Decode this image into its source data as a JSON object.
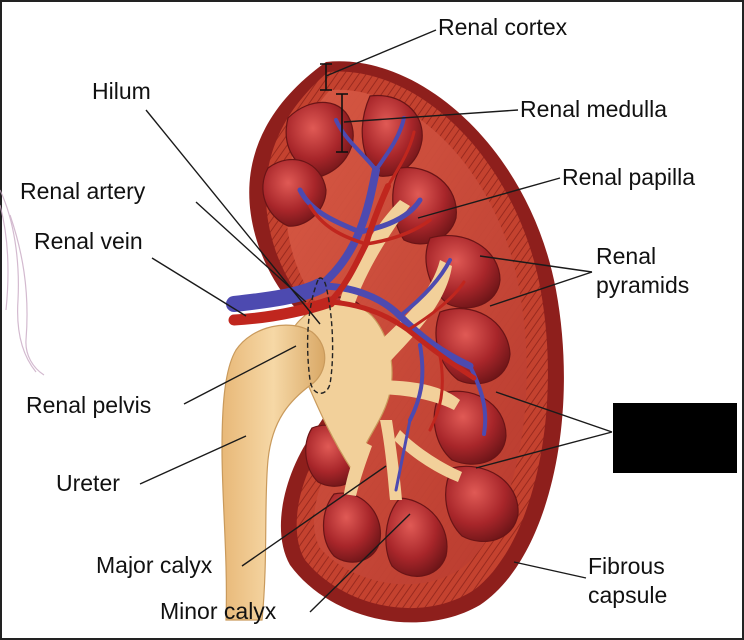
{
  "labels": {
    "renal_cortex": "Renal cortex",
    "hilum": "Hilum",
    "renal_medulla": "Renal medulla",
    "renal_papilla": "Renal papilla",
    "renal_artery": "Renal artery",
    "renal_vein": "Renal vein",
    "renal_pyramids_line1": "Renal",
    "renal_pyramids_line2": "pyramids",
    "renal_pelvis": "Renal pelvis",
    "ureter": "Ureter",
    "major_calyx": "Major calyx",
    "minor_calyx": "Minor calyx",
    "fibrous_capsule_line1": "Fibrous",
    "fibrous_capsule_line2": "capsule"
  },
  "colors": {
    "capsule": "#8e1f1c",
    "cortex": "#c8493a",
    "pyramid": "#a8282a",
    "calyx": "#f2d09a",
    "vein": "#5a58b8",
    "artery": "#c0261e",
    "leader_line": "#1a1a1a"
  },
  "redaction_box": "black rectangle"
}
